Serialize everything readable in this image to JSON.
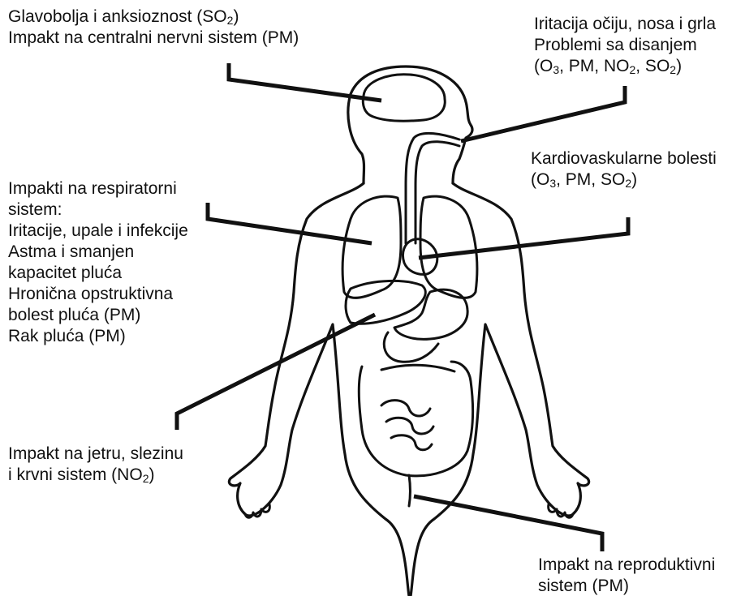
{
  "labels": {
    "brain": {
      "lines": [
        [
          {
            "t": "Glavobolja i anksioznost (SO"
          },
          {
            "t": "2",
            "sub": true
          },
          {
            "t": ")"
          }
        ],
        [
          {
            "t": "Impakt na centralni nervni sistem (PM)"
          }
        ]
      ]
    },
    "eyes": {
      "lines": [
        [
          {
            "t": "Iritacija očiju, nosa i grla"
          }
        ],
        [
          {
            "t": "Problemi sa disanjem"
          }
        ],
        [
          {
            "t": "(O"
          },
          {
            "t": "3",
            "sub": true
          },
          {
            "t": ", PM, NO"
          },
          {
            "t": "2",
            "sub": true
          },
          {
            "t": ", SO"
          },
          {
            "t": "2",
            "sub": true
          },
          {
            "t": ")"
          }
        ]
      ]
    },
    "heart": {
      "lines": [
        [
          {
            "t": "Kardiovaskularne bolesti"
          }
        ],
        [
          {
            "t": "(O"
          },
          {
            "t": "3",
            "sub": true
          },
          {
            "t": ", PM, SO"
          },
          {
            "t": "2",
            "sub": true
          },
          {
            "t": ")"
          }
        ]
      ]
    },
    "respiratory": {
      "lines": [
        [
          {
            "t": "Impakti na respiratorni"
          }
        ],
        [
          {
            "t": "sistem:"
          }
        ],
        [
          {
            "t": " "
          }
        ],
        [
          {
            "t": "Iritacije, upale i infekcije"
          }
        ],
        [
          {
            "t": "Astma i smanjen"
          }
        ],
        [
          {
            "t": "kapacitet pluća"
          }
        ],
        [
          {
            "t": "Hronična opstruktivna"
          }
        ],
        [
          {
            "t": "bolest pluća (PM)"
          }
        ],
        [
          {
            "t": "Rak pluća (PM)"
          }
        ]
      ]
    },
    "liver": {
      "lines": [
        [
          {
            "t": "Impakt na jetru, slezinu"
          }
        ],
        [
          {
            "t": "i krvni sistem (NO"
          },
          {
            "t": "2",
            "sub": true
          },
          {
            "t": ")"
          }
        ]
      ]
    },
    "reproductive": {
      "lines": [
        [
          {
            "t": "Impakt na reproduktivni"
          }
        ],
        [
          {
            "t": "sistem (PM)"
          }
        ]
      ]
    }
  }
}
